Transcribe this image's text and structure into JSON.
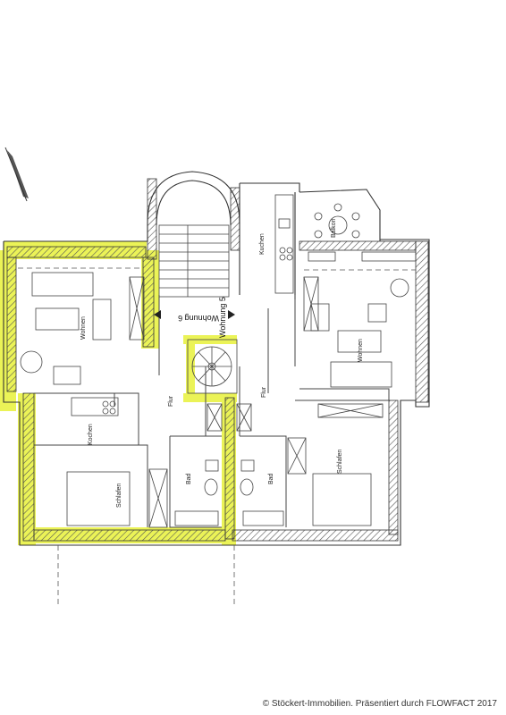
{
  "plan": {
    "rooms": {
      "wohnen_left": "Wohnen",
      "wohnen_right": "Wohnen",
      "kuechen_top": "Kuchen",
      "kochen_left": "Kochen",
      "schlafen_left": "Schlafen",
      "schlafen_right": "Schlafen",
      "bad_left": "Bad",
      "bad_right": "Bad",
      "flur_left": "Flur",
      "flur_right": "Flur",
      "balkon": "Balkon"
    },
    "units": {
      "wohnung_left": "Wohnung 6",
      "wohnung_right": "Wohnung 5"
    }
  },
  "footer": {
    "copyright": "© Stöckert-Immobilien. Präsentiert durch FLOWFACT 2017"
  },
  "colors": {
    "highlight": "#e8f23a",
    "line": "#333333",
    "background": "#ffffff"
  }
}
